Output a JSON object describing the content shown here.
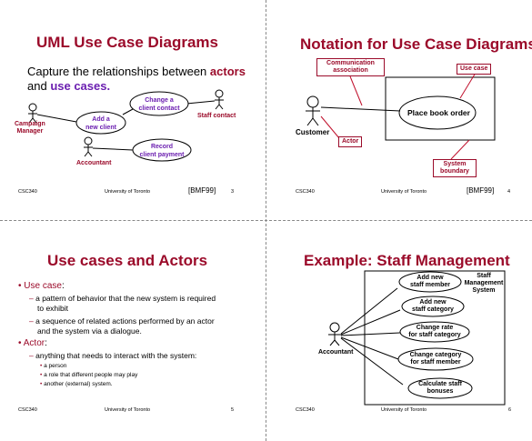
{
  "slide1": {
    "title": "UML Use Case Diagrams",
    "line1_pre": "Capture the relationships between ",
    "line1_actors": "actors",
    "line2_pre": "and ",
    "line2_usecases": "use cases.",
    "actor_campaign": "Campaign",
    "actor_campaign2": "Manager",
    "actor_staff": "Staff contact",
    "actor_accountant": "Accountant",
    "uc_change_1": "Change a",
    "uc_change_2": "client contact",
    "uc_add_1": "Add a",
    "uc_add_2": "new client",
    "uc_record_1": "Record",
    "uc_record_2": "client payment",
    "footer_left": "CSC340",
    "footer_mid": "University of Toronto",
    "footer_ref": "[BMF99]",
    "footer_page": "3"
  },
  "slide2": {
    "title": "Notation for Use Case Diagrams",
    "comm_1": "Communication",
    "comm_2": "association",
    "use_case_lbl": "Use case",
    "place_order": "Place book order",
    "customer": "Customer",
    "actor_lbl": "Actor",
    "sys_1": "System",
    "sys_2": "boundary",
    "footer_left": "CSC340",
    "footer_mid": "University of Toronto",
    "footer_ref": "[BMF99]",
    "footer_page": "4"
  },
  "slide3": {
    "title": "Use cases and Actors",
    "use_case_head": "Use case",
    "uc_b1_1": "a pattern of behavior that the new system is required",
    "uc_b1_2": "to exhibit",
    "uc_b2_1": "a sequence of related actions performed by an actor",
    "uc_b2_2": "and the system via a dialogue.",
    "actor_head": "Actor",
    "actor_b1": "anything that needs to interact with the system:",
    "actor_s1": "a person",
    "actor_s2": "a role that different people may play",
    "actor_s3": "another (external) system.",
    "footer_left": "CSC340",
    "footer_mid": "University of Toronto",
    "footer_page": "5"
  },
  "slide4": {
    "title": "Example: Staff Management",
    "sys_1": "Staff",
    "sys_2": "Management",
    "sys_3": "System",
    "accountant": "Accountant",
    "uc1_1": "Add new",
    "uc1_2": "staff member",
    "uc2_1": "Add new",
    "uc2_2": "staff category",
    "uc3_1": "Change rate",
    "uc3_2": "for staff category",
    "uc4_1": "Change category",
    "uc4_2": "for staff member",
    "uc5_1": "Calculate staff",
    "uc5_2": "bonuses",
    "footer_left": "CSC340",
    "footer_mid": "University of Toronto",
    "footer_page": "6"
  }
}
